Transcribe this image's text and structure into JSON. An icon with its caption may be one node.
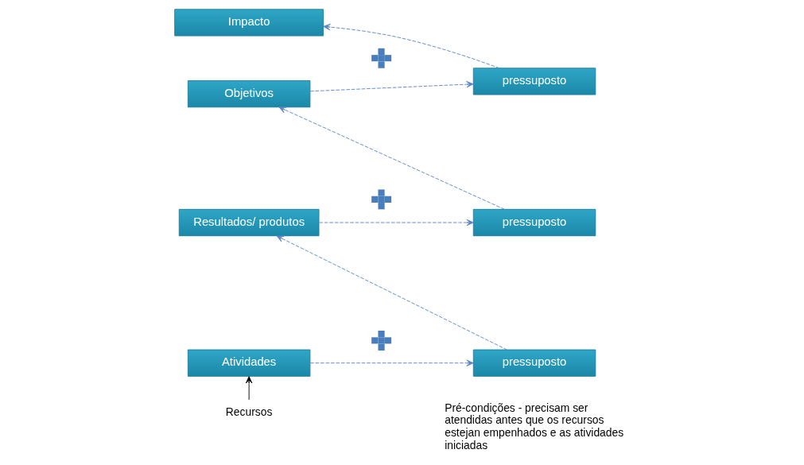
{
  "diagram": {
    "nodes": [
      {
        "text": [
          "Impacto"
        ]
      },
      {
        "text": [
          "Objetivos"
        ]
      },
      {
        "text": [
          "pressuposto"
        ]
      },
      {
        "text": [
          "Resultados/ produtos"
        ]
      },
      {
        "text": [
          "pressuposto"
        ]
      },
      {
        "text": [
          "Atividades"
        ]
      },
      {
        "text": [
          "pressuposto"
        ]
      },
      {
        "text": [
          "Recursos"
        ]
      },
      {
        "text": [],
        "shape": "plus"
      },
      {
        "text": [],
        "shape": "plus"
      },
      {
        "text": [],
        "shape": "plus"
      }
    ],
    "edges": [
      {
        "from": 5,
        "to": 6,
        "arrow": "to",
        "style": "dashed"
      },
      {
        "from": 6,
        "to": 3,
        "arrow": "to",
        "style": "dashed"
      },
      {
        "from": 3,
        "to": 4,
        "arrow": "to",
        "style": "dashed"
      },
      {
        "from": 4,
        "to": 1,
        "arrow": "to",
        "style": "dashed"
      },
      {
        "from": 1,
        "to": 2,
        "arrow": "to",
        "style": "dashed"
      },
      {
        "from": 2,
        "to": 0,
        "arrow": "to",
        "style": "dashed"
      },
      {
        "from": 7,
        "to": 5,
        "arrow": "to",
        "color": "#000000"
      }
    ],
    "labels": [
      "Pré-condições - precisam ser atendidas antes que os recursos estejan empenhados e as atividades iniciadas"
    ]
  }
}
